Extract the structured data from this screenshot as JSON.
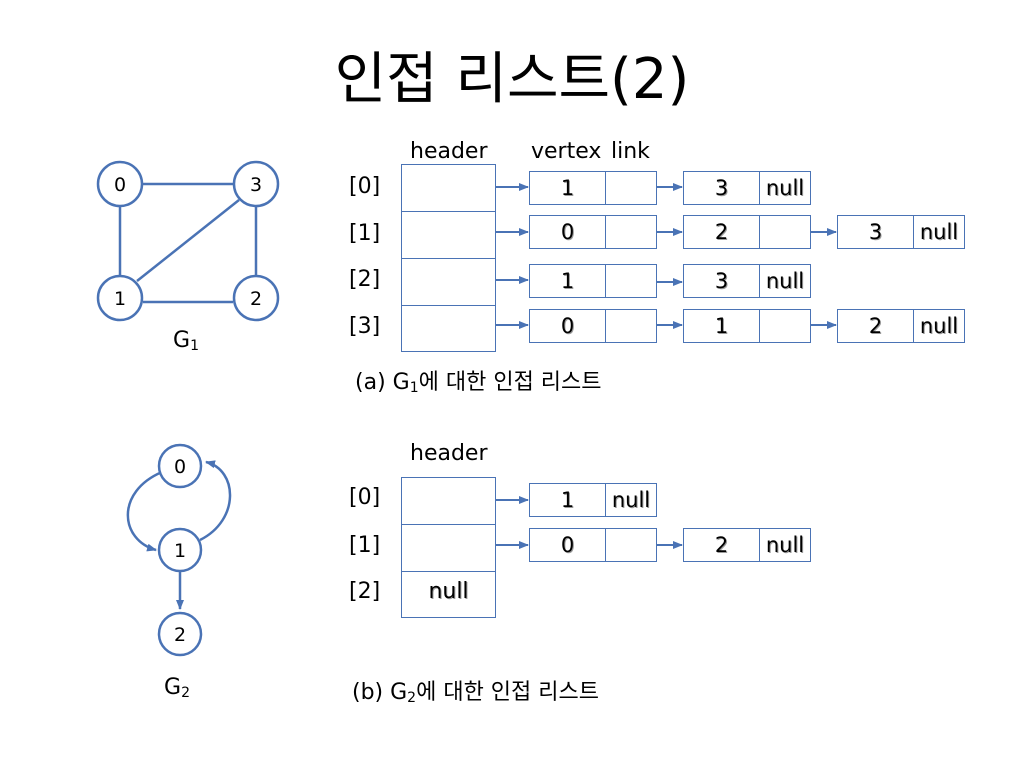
{
  "title": "인접 리스트(2)",
  "section_a": {
    "headers": {
      "header": "header",
      "vertex": "vertex",
      "link": "link"
    },
    "indices": [
      "[0]",
      "[1]",
      "[2]",
      "[3]"
    ],
    "graph_label_main": "G",
    "graph_label_sub": "1",
    "graph_nodes": [
      "0",
      "3",
      "1",
      "2"
    ],
    "caption_prefix": "(a) G",
    "caption_sub": "1",
    "caption_rest": "에 대한 인접 리스트",
    "lists": [
      [
        {
          "v": "1",
          "l": ""
        },
        {
          "v": "3",
          "l": "null"
        }
      ],
      [
        {
          "v": "0",
          "l": ""
        },
        {
          "v": "2",
          "l": ""
        },
        {
          "v": "3",
          "l": "null"
        }
      ],
      [
        {
          "v": "1",
          "l": ""
        },
        {
          "v": "3",
          "l": "null"
        }
      ],
      [
        {
          "v": "0",
          "l": ""
        },
        {
          "v": "1",
          "l": ""
        },
        {
          "v": "2",
          "l": "null"
        }
      ]
    ]
  },
  "section_b": {
    "headers": {
      "header": "header"
    },
    "indices": [
      "[0]",
      "[1]",
      "[2]"
    ],
    "header_null": "null",
    "graph_label_main": "G",
    "graph_label_sub": "2",
    "graph_nodes": [
      "0",
      "1",
      "2"
    ],
    "caption_prefix": "(b) G",
    "caption_sub": "2",
    "caption_rest": "에 대한 인접 리스트",
    "lists": [
      [
        {
          "v": "1",
          "l": "null"
        }
      ],
      [
        {
          "v": "0",
          "l": ""
        },
        {
          "v": "2",
          "l": "null"
        }
      ]
    ]
  },
  "colors": {
    "line": "#4a73b5"
  }
}
